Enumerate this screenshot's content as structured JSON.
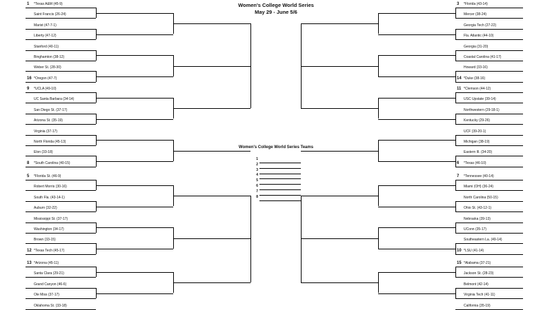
{
  "header": {
    "title": "Women's College World Series",
    "dates": "May 29 - June 5/6"
  },
  "regionals": {
    "left": [
      {
        "teams": [
          {
            "seed": "1",
            "name": "*Texas A&M (45-9)"
          },
          {
            "seed": "",
            "name": "Saint Francis (26-24)"
          },
          {
            "seed": "",
            "name": "Marist (47-7-1)"
          },
          {
            "seed": "",
            "name": "Liberty (47-12)"
          },
          {
            "seed": "",
            "name": "Stanford (40-11)"
          },
          {
            "seed": "",
            "name": "Binghamton (38-12)"
          },
          {
            "seed": "",
            "name": "Weber St. (28-30)"
          },
          {
            "seed": "16",
            "name": "*Oregon (47-7)"
          }
        ]
      },
      {
        "teams": [
          {
            "seed": "9",
            "name": "*UCLA (49-10)"
          },
          {
            "seed": "",
            "name": "UC Santa Barbara (34-14)"
          },
          {
            "seed": "",
            "name": "San Diego St. (37-17)"
          },
          {
            "seed": "",
            "name": "Arizona St. (35-19)"
          },
          {
            "seed": "",
            "name": "Virginia (37-17)"
          },
          {
            "seed": "",
            "name": "North Florida (45-13)"
          },
          {
            "seed": "",
            "name": "Elon (33-18)"
          },
          {
            "seed": "8",
            "name": "*South Carolina (40-15)"
          }
        ]
      },
      {
        "teams": [
          {
            "seed": "5",
            "name": "*Florida St. (46-9)"
          },
          {
            "seed": "",
            "name": "Robert Morris (30-16)"
          },
          {
            "seed": "",
            "name": "South Fla. (43-14-1)"
          },
          {
            "seed": "",
            "name": "Auburn (32-22)"
          },
          {
            "seed": "",
            "name": "Mississippi St. (37-17)"
          },
          {
            "seed": "",
            "name": "Washington (34-17)"
          },
          {
            "seed": "",
            "name": "Brown (33-15)"
          },
          {
            "seed": "12",
            "name": "*Texas Tech (45-17)"
          }
        ]
      },
      {
        "teams": [
          {
            "seed": "13",
            "name": "*Arizona (45-11)"
          },
          {
            "seed": "",
            "name": "Santa Clara (29-21)"
          },
          {
            "seed": "",
            "name": "Grand Canyon (46-6)"
          },
          {
            "seed": "",
            "name": "Ole Miss (37-17)"
          },
          {
            "seed": "",
            "name": "Oklahoma St. (33-18)"
          }
        ]
      }
    ],
    "right": [
      {
        "teams": [
          {
            "seed": "3",
            "name": "*Florida (43-14)"
          },
          {
            "seed": "",
            "name": "Mercer (38-24)"
          },
          {
            "seed": "",
            "name": "Georgia Tech (27-22)"
          },
          {
            "seed": "",
            "name": "Fla. Atlantic (44-10)"
          },
          {
            "seed": "",
            "name": "Georgia (31-20)"
          },
          {
            "seed": "",
            "name": "Coastal Carolina (41-17)"
          },
          {
            "seed": "",
            "name": "Howard (33-16)"
          },
          {
            "seed": "14",
            "name": "*Duke (38-16)"
          }
        ]
      },
      {
        "teams": [
          {
            "seed": "11",
            "name": "*Clemson (44-12)"
          },
          {
            "seed": "",
            "name": "USC Upstate (39-14)"
          },
          {
            "seed": "",
            "name": "Northwestern (29-18-1)"
          },
          {
            "seed": "",
            "name": "Kentucky (29-26)"
          },
          {
            "seed": "",
            "name": "UCF (39-20-1)"
          },
          {
            "seed": "",
            "name": "Michigan (38-19)"
          },
          {
            "seed": "",
            "name": "Eastern Ill. (34-20)"
          },
          {
            "seed": "6",
            "name": "*Texas (46-10)"
          }
        ]
      },
      {
        "teams": [
          {
            "seed": "7",
            "name": "*Tennessee (40-14)"
          },
          {
            "seed": "",
            "name": "Miami (OH) (36-24)"
          },
          {
            "seed": "",
            "name": "North Carolina (50-15)"
          },
          {
            "seed": "",
            "name": "Ohio St. (43-12-1)"
          },
          {
            "seed": "",
            "name": "Nebraska (39-13)"
          },
          {
            "seed": "",
            "name": "UConn (35-17)"
          },
          {
            "seed": "",
            "name": "Southeastern La. (49-14)"
          },
          {
            "seed": "10",
            "name": "*LSU (41-14)"
          }
        ]
      },
      {
        "teams": [
          {
            "seed": "15",
            "name": "*Alabama (37-21)"
          },
          {
            "seed": "",
            "name": "Jackson St. (28-23)"
          },
          {
            "seed": "",
            "name": "Belmont (42-14)"
          },
          {
            "seed": "",
            "name": "Virginia Tech (41-11)"
          },
          {
            "seed": "",
            "name": "California (35-19)"
          }
        ]
      }
    ]
  },
  "wcws": {
    "title": "Women's College World Series Teams",
    "slots": [
      "1",
      "2",
      "3",
      "4",
      "5",
      "6",
      "7",
      "8"
    ]
  }
}
